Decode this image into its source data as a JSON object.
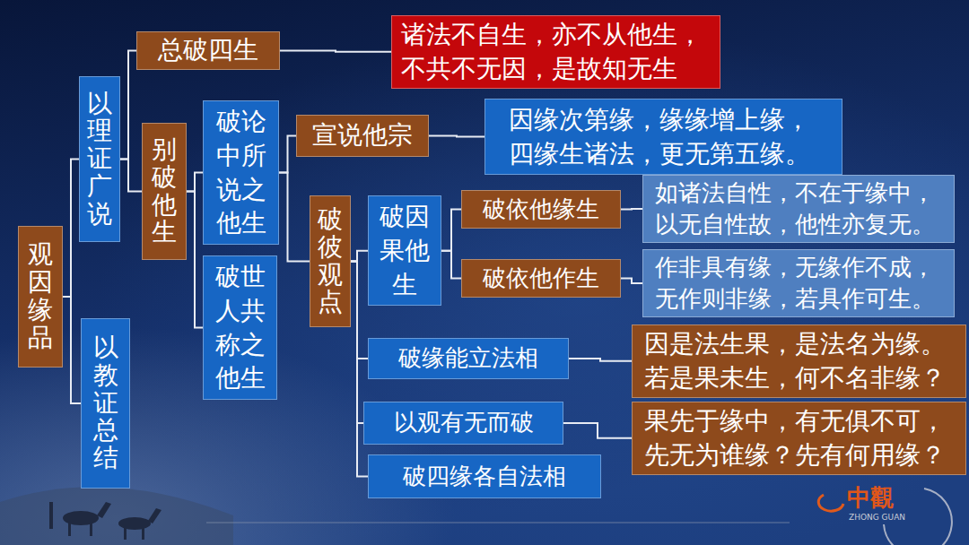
{
  "diagram": {
    "nodes": [
      {
        "text": [
          "观因缘品"
        ]
      },
      {
        "text": [
          "以理证广说"
        ]
      },
      {
        "text": [
          "以教证总结"
        ]
      },
      {
        "text": [
          "总破四生"
        ]
      },
      {
        "text": [
          "诸法不自生，亦不从他生， 不共不无因，是故知无生"
        ]
      },
      {
        "text": [
          "别破他生"
        ]
      },
      {
        "text": [
          "破论中所说之他生"
        ]
      },
      {
        "text": [
          "破世人共称之他生"
        ]
      },
      {
        "text": [
          "宣说他宗"
        ]
      },
      {
        "text": [
          "因缘次第缘，缘缘增上缘， 四缘生诸法，更无第五缘。"
        ]
      },
      {
        "text": [
          "破彼观点"
        ]
      },
      {
        "text": [
          "破因果他生"
        ]
      },
      {
        "text": [
          "破依他缘生"
        ]
      },
      {
        "text": [
          "如诸法自性，不在于缘中， 以无自性故，他性亦复无。"
        ]
      },
      {
        "text": [
          "破依他作生"
        ]
      },
      {
        "text": [
          "作非具有缘，无缘作不成， 无作则非缘，若具作可生。"
        ]
      },
      {
        "text": [
          "破缘能立法相"
        ]
      },
      {
        "text": [
          "因是法生果，是法名为缘。 若是果未生，何不名非缘？"
        ]
      },
      {
        "text": [
          "以观有无而破"
        ]
      },
      {
        "text": [
          "果先于缘中，有无俱不可， 先无为谁缘？先有何用缘？"
        ]
      },
      {
        "text": [
          "破四缘各自法相"
        ]
      }
    ],
    "edges": [
      {
        "from": 0,
        "to": 1,
        "arrow": "none"
      },
      {
        "from": 0,
        "to": 2,
        "arrow": "none"
      },
      {
        "from": 1,
        "to": 3,
        "arrow": "none"
      },
      {
        "from": 1,
        "to": 5,
        "arrow": "none"
      },
      {
        "from": 3,
        "to": 4,
        "arrow": "none"
      },
      {
        "from": 5,
        "to": 6,
        "arrow": "none"
      },
      {
        "from": 5,
        "to": 7,
        "arrow": "none"
      },
      {
        "from": 6,
        "to": 8,
        "arrow": "none"
      },
      {
        "from": 6,
        "to": 10,
        "arrow": "none"
      },
      {
        "from": 8,
        "to": 9,
        "arrow": "none"
      },
      {
        "from": 10,
        "to": 11,
        "arrow": "none"
      },
      {
        "from": 10,
        "to": 16,
        "arrow": "none"
      },
      {
        "from": 10,
        "to": 18,
        "arrow": "none"
      },
      {
        "from": 10,
        "to": 20,
        "arrow": "none"
      },
      {
        "from": 11,
        "to": 12,
        "arrow": "none"
      },
      {
        "from": 11,
        "to": 14,
        "arrow": "none"
      },
      {
        "from": 12,
        "to": 13,
        "arrow": "none"
      },
      {
        "from": 14,
        "to": 15,
        "arrow": "none"
      },
      {
        "from": 16,
        "to": 17,
        "arrow": "none"
      },
      {
        "from": 18,
        "to": 19,
        "arrow": "none"
      }
    ],
    "labels": [
      "中觀",
      "ZHONG GUAN"
    ]
  }
}
